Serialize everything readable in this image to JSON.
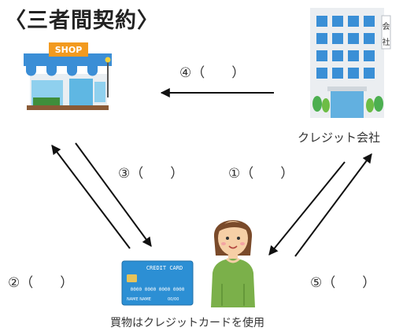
{
  "title": "〈三者間契約〉",
  "shop": {
    "sign": "SHOP"
  },
  "bank": {
    "sign_chars": [
      "会",
      "社"
    ],
    "caption": "クレジット会社"
  },
  "card": {
    "name": "CREDIT CARD",
    "number": "0000 0000 0000 0000",
    "holder": "NAME NAME",
    "expiry": "00/00"
  },
  "person": {
    "caption": "買物はクレジットカードを使用"
  },
  "labels": {
    "step1": "①（　　）",
    "step2": "②（　　）",
    "step3": "③（　　）",
    "step4": "④（　　）",
    "step5": "⑤（　　）"
  },
  "colors": {
    "arrow": "#111111",
    "shop_roof": "#3b8ed6",
    "sign": "#f29a1f",
    "building": "#3a8fd6",
    "card": "#2c8fd4",
    "shirt": "#7bb04a"
  }
}
